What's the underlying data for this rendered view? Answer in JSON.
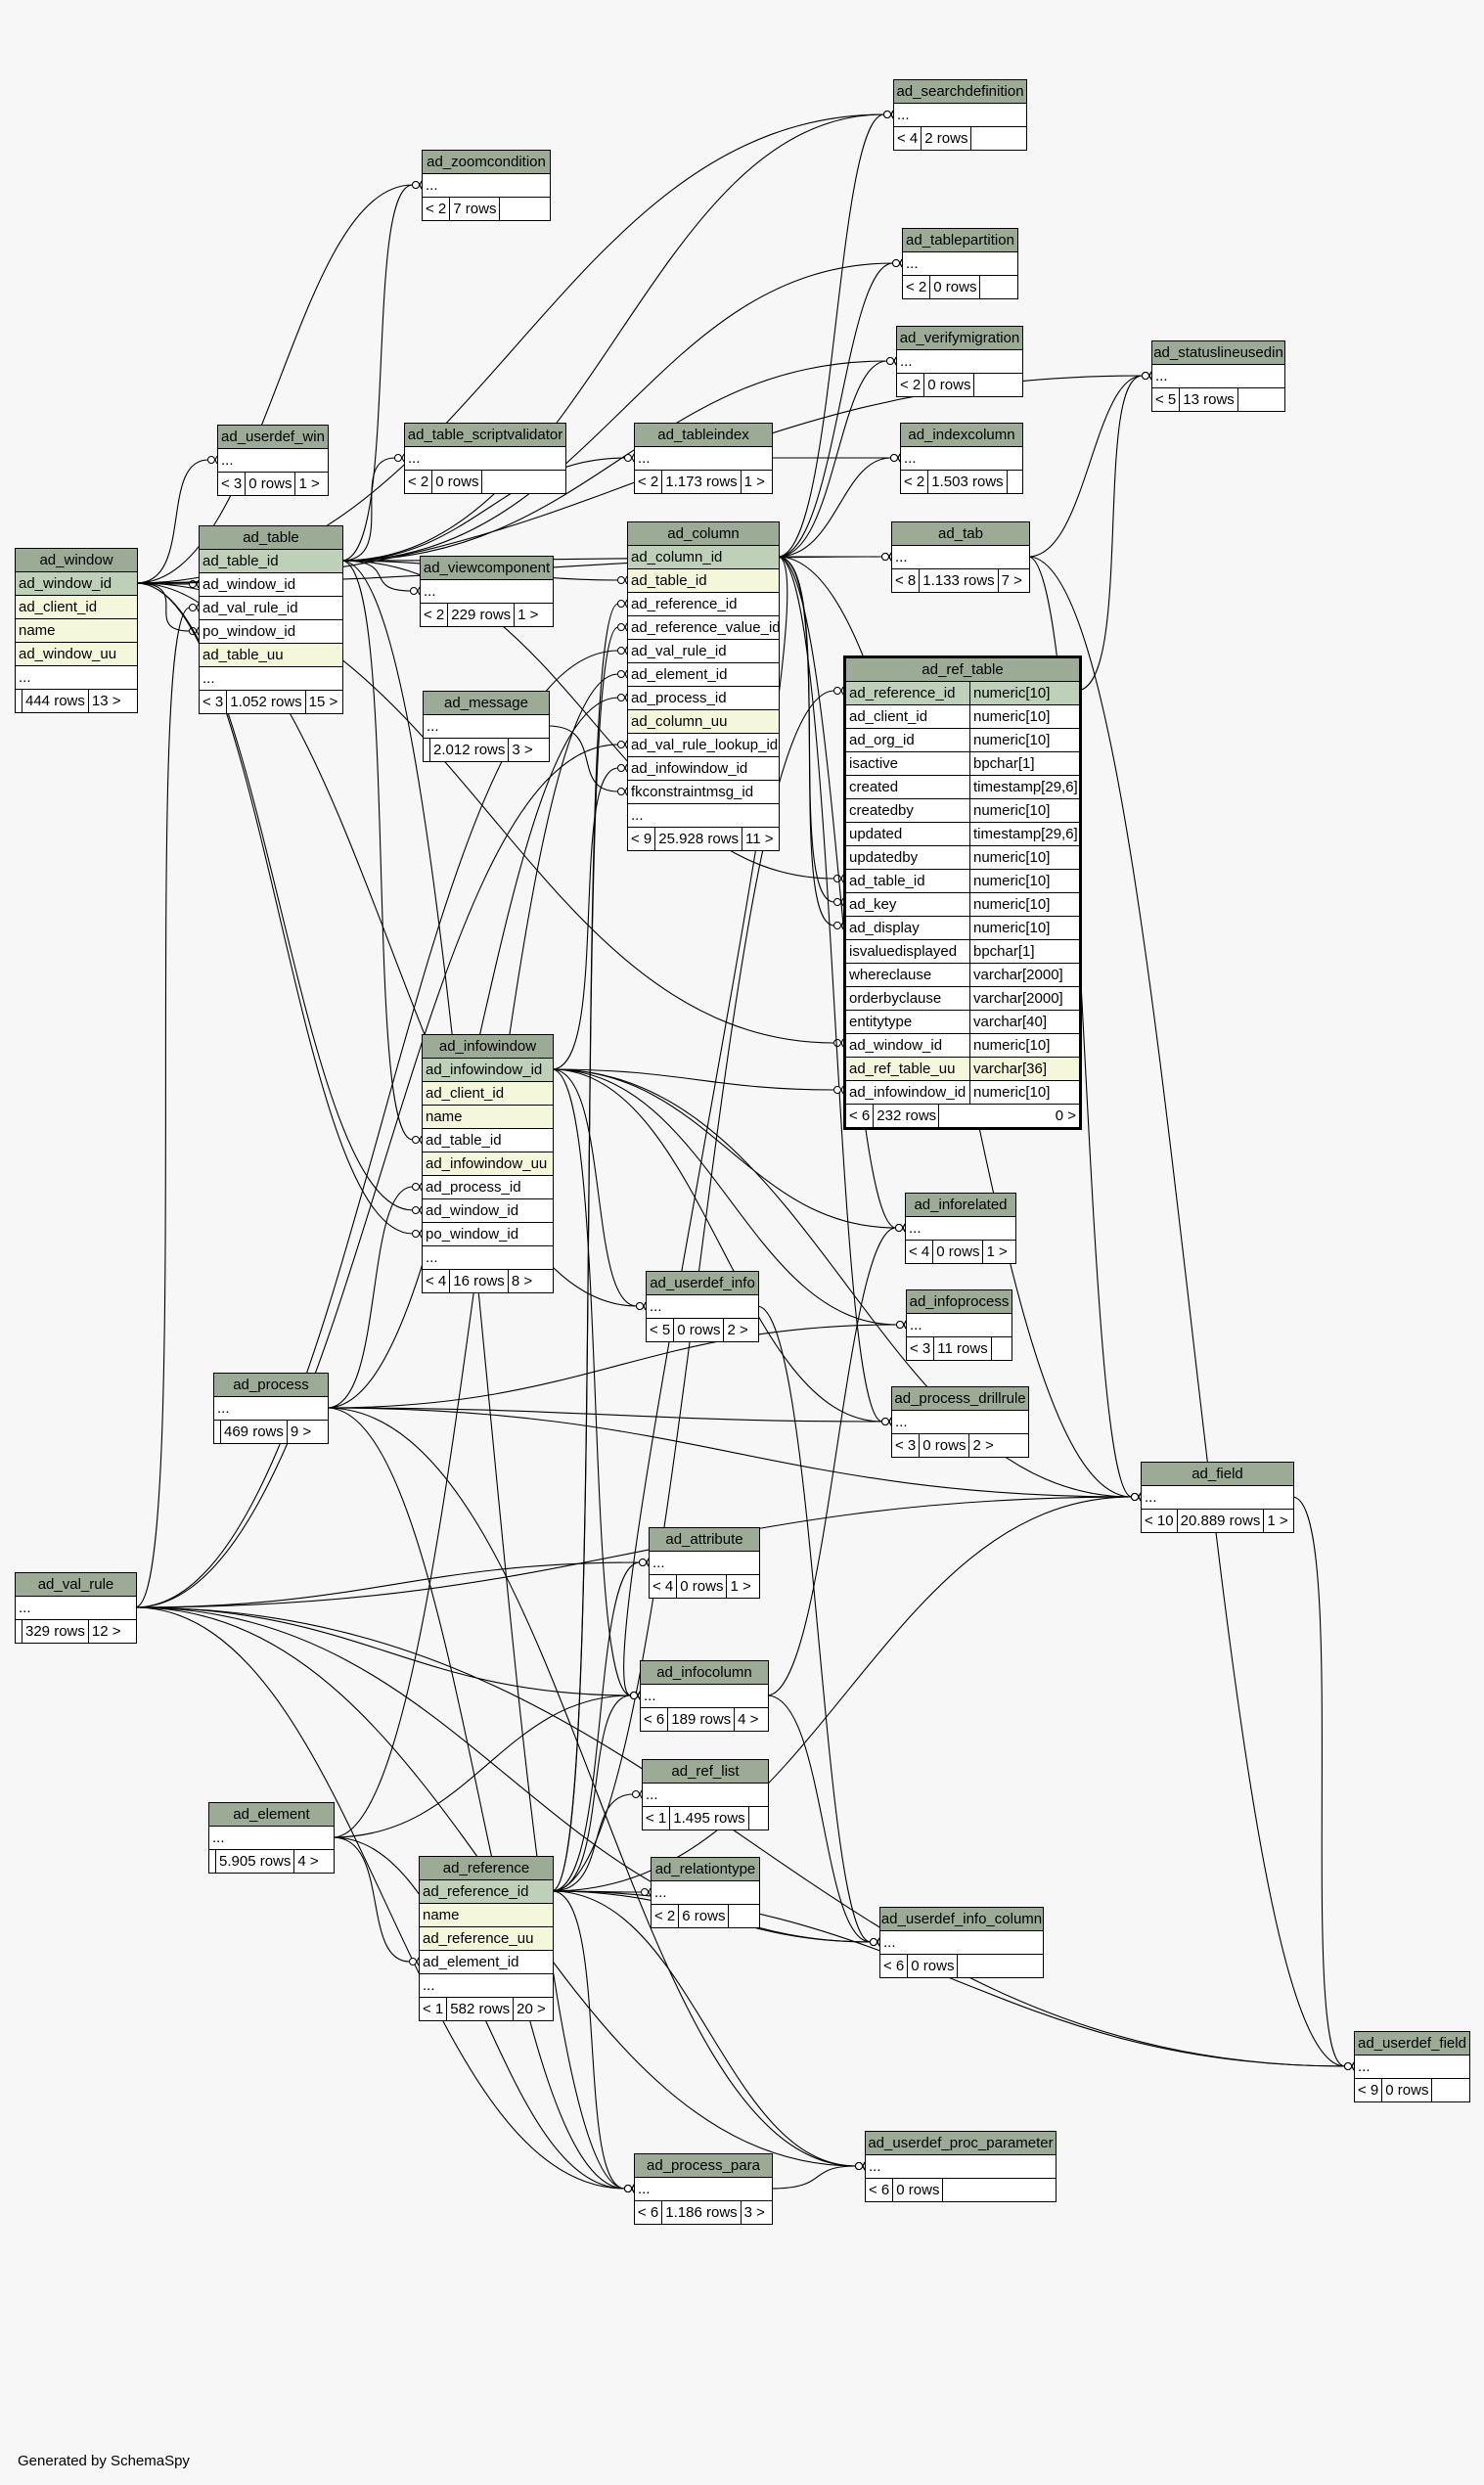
{
  "footer": "Generated by SchemaSpy",
  "colors": {
    "header": "#9bab96",
    "primary_key": "#bed1b8",
    "indexed": "#f4f7da",
    "background": "#f7f7f7"
  },
  "tables": {
    "ad_window": {
      "name": "ad_window",
      "columns": [
        "ad_window_id",
        "ad_client_id",
        "name",
        "ad_window_uu",
        "..."
      ],
      "foot": [
        "",
        "444 rows",
        "13 >"
      ]
    },
    "ad_table": {
      "name": "ad_table",
      "columns": [
        "ad_table_id",
        "ad_window_id",
        "ad_val_rule_id",
        "po_window_id",
        "ad_table_uu",
        "..."
      ],
      "foot": [
        "< 3",
        "1.052 rows",
        "15 >"
      ]
    },
    "ad_zoomcondition": {
      "name": "ad_zoomcondition",
      "columns": [
        "..."
      ],
      "foot": [
        "< 2",
        "7 rows",
        ""
      ]
    },
    "ad_userdef_win": {
      "name": "ad_userdef_win",
      "columns": [
        "..."
      ],
      "foot": [
        "< 3",
        "0 rows",
        "1 >"
      ]
    },
    "ad_table_scriptvalidator": {
      "name": "ad_table_scriptvalidator",
      "columns": [
        "..."
      ],
      "foot": [
        "< 2",
        "0 rows",
        ""
      ]
    },
    "ad_viewcomponent": {
      "name": "ad_viewcomponent",
      "columns": [
        "..."
      ],
      "foot": [
        "< 2",
        "229 rows",
        "1 >"
      ]
    },
    "ad_message": {
      "name": "ad_message",
      "columns": [
        "..."
      ],
      "foot": [
        "",
        "2.012 rows",
        "3 >"
      ]
    },
    "ad_tableindex": {
      "name": "ad_tableindex",
      "columns": [
        "..."
      ],
      "foot": [
        "< 2",
        "1.173 rows",
        "1 >"
      ]
    },
    "ad_column": {
      "name": "ad_column",
      "columns": [
        "ad_column_id",
        "ad_table_id",
        "ad_reference_id",
        "ad_reference_value_id",
        "ad_val_rule_id",
        "ad_element_id",
        "ad_process_id",
        "ad_column_uu",
        "ad_val_rule_lookup_id",
        "ad_infowindow_id",
        "fkconstraintmsg_id",
        "..."
      ],
      "foot": [
        "< 9",
        "25.928 rows",
        "11 >"
      ]
    },
    "ad_searchdefinition": {
      "name": "ad_searchdefinition",
      "columns": [
        "..."
      ],
      "foot": [
        "< 4",
        "2 rows",
        ""
      ]
    },
    "ad_tablepartition": {
      "name": "ad_tablepartition",
      "columns": [
        "..."
      ],
      "foot": [
        "< 2",
        "0 rows",
        ""
      ]
    },
    "ad_verifymigration": {
      "name": "ad_verifymigration",
      "columns": [
        "..."
      ],
      "foot": [
        "< 2",
        "0 rows",
        ""
      ]
    },
    "ad_indexcolumn": {
      "name": "ad_indexcolumn",
      "columns": [
        "..."
      ],
      "foot": [
        "< 2",
        "1.503 rows",
        ""
      ]
    },
    "ad_tab": {
      "name": "ad_tab",
      "columns": [
        "..."
      ],
      "foot": [
        "< 8",
        "1.133 rows",
        "7 >"
      ]
    },
    "ad_statuslineusedin": {
      "name": "ad_statuslineusedin",
      "columns": [
        "..."
      ],
      "foot": [
        "< 5",
        "13 rows",
        ""
      ]
    },
    "ad_ref_table": {
      "name": "ad_ref_table",
      "columns": [
        "ad_reference_id",
        "ad_client_id",
        "ad_org_id",
        "isactive",
        "created",
        "createdby",
        "updated",
        "updatedby",
        "ad_table_id",
        "ad_key",
        "ad_display",
        "isvaluedisplayed",
        "whereclause",
        "orderbyclause",
        "entitytype",
        "ad_window_id",
        "ad_ref_table_uu",
        "ad_infowindow_id"
      ],
      "types": [
        "numeric[10]",
        "numeric[10]",
        "numeric[10]",
        "bpchar[1]",
        "timestamp[29,6]",
        "numeric[10]",
        "timestamp[29,6]",
        "numeric[10]",
        "numeric[10]",
        "numeric[10]",
        "numeric[10]",
        "bpchar[1]",
        "varchar[2000]",
        "varchar[2000]",
        "varchar[40]",
        "numeric[10]",
        "varchar[36]",
        "numeric[10]"
      ],
      "foot": [
        "< 6",
        "232 rows",
        "0 >"
      ]
    },
    "ad_infowindow": {
      "name": "ad_infowindow",
      "columns": [
        "ad_infowindow_id",
        "ad_client_id",
        "name",
        "ad_table_id",
        "ad_infowindow_uu",
        "ad_process_id",
        "ad_window_id",
        "po_window_id",
        "..."
      ],
      "foot": [
        "< 4",
        "16 rows",
        "8 >"
      ]
    },
    "ad_inforelated": {
      "name": "ad_inforelated",
      "columns": [
        "..."
      ],
      "foot": [
        "< 4",
        "0 rows",
        "1 >"
      ]
    },
    "ad_userdef_info": {
      "name": "ad_userdef_info",
      "columns": [
        "..."
      ],
      "foot": [
        "< 5",
        "0 rows",
        "2 >"
      ]
    },
    "ad_infoprocess": {
      "name": "ad_infoprocess",
      "columns": [
        "..."
      ],
      "foot": [
        "< 3",
        "11 rows",
        ""
      ]
    },
    "ad_process": {
      "name": "ad_process",
      "columns": [
        "..."
      ],
      "foot": [
        "",
        "469 rows",
        "9 >"
      ]
    },
    "ad_process_drillrule": {
      "name": "ad_process_drillrule",
      "columns": [
        "..."
      ],
      "foot": [
        "< 3",
        "0 rows",
        "2 >"
      ]
    },
    "ad_field": {
      "name": "ad_field",
      "columns": [
        "..."
      ],
      "foot": [
        "< 10",
        "20.889 rows",
        "1 >"
      ]
    },
    "ad_val_rule": {
      "name": "ad_val_rule",
      "columns": [
        "..."
      ],
      "foot": [
        "",
        "329 rows",
        "12 >"
      ]
    },
    "ad_attribute": {
      "name": "ad_attribute",
      "columns": [
        "..."
      ],
      "foot": [
        "< 4",
        "0 rows",
        "1 >"
      ]
    },
    "ad_infocolumn": {
      "name": "ad_infocolumn",
      "columns": [
        "..."
      ],
      "foot": [
        "< 6",
        "189 rows",
        "4 >"
      ]
    },
    "ad_ref_list": {
      "name": "ad_ref_list",
      "columns": [
        "..."
      ],
      "foot": [
        "< 1",
        "1.495 rows",
        ""
      ]
    },
    "ad_element": {
      "name": "ad_element",
      "columns": [
        "..."
      ],
      "foot": [
        "",
        "5.905 rows",
        "4 >"
      ]
    },
    "ad_reference": {
      "name": "ad_reference",
      "columns": [
        "ad_reference_id",
        "name",
        "ad_reference_uu",
        "ad_element_id",
        "..."
      ],
      "foot": [
        "< 1",
        "582 rows",
        "20 >"
      ]
    },
    "ad_relationtype": {
      "name": "ad_relationtype",
      "columns": [
        "..."
      ],
      "foot": [
        "< 2",
        "6 rows",
        ""
      ]
    },
    "ad_userdef_info_column": {
      "name": "ad_userdef_info_column",
      "columns": [
        "..."
      ],
      "foot": [
        "< 6",
        "0 rows",
        ""
      ]
    },
    "ad_userdef_field": {
      "name": "ad_userdef_field",
      "columns": [
        "..."
      ],
      "foot": [
        "< 9",
        "0 rows",
        ""
      ]
    },
    "ad_process_para": {
      "name": "ad_process_para",
      "columns": [
        "..."
      ],
      "foot": [
        "< 6",
        "1.186 rows",
        "3 >"
      ]
    },
    "ad_userdef_proc_parameter": {
      "name": "ad_userdef_proc_parameter",
      "columns": [
        "..."
      ],
      "foot": [
        "< 6",
        "0 rows",
        ""
      ]
    }
  }
}
